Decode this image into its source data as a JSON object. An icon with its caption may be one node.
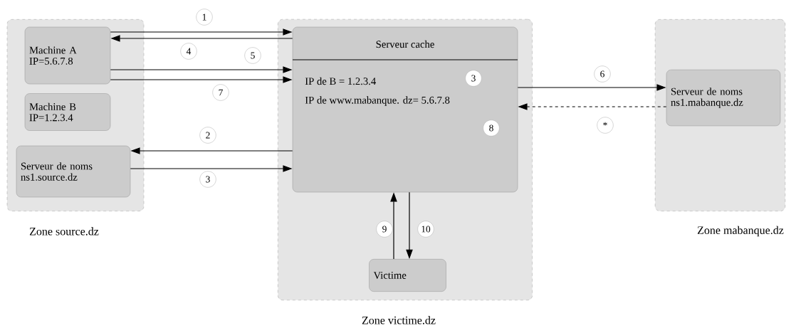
{
  "diagram": {
    "nodes": [
      {
        "text": [
          "Zone  source.dz"
        ]
      },
      {
        "text": [
          "Machine A IP=5.6.7.8"
        ],
        "in": 0
      },
      {
        "text": [
          "Machine B IP=1.2.3.4"
        ],
        "in": 0
      },
      {
        "text": [
          "Serveur de noms ns1.source.dz"
        ],
        "in": 0
      },
      {
        "text": [
          "Zone victime.dz"
        ]
      },
      {
        "text": [
          "Serveur cache",
          "IP de B = 1.2.3.4",
          "IP de www.mabanque. dz= 5.6.7.8"
        ],
        "in": 4
      },
      {
        "text": [
          "Victime"
        ],
        "in": 4
      },
      {
        "text": [
          "Zone mabanque.dz"
        ]
      },
      {
        "text": [
          "Serveur de noms ns1.mabanque.dz"
        ],
        "in": 7
      }
    ],
    "edges": [
      {
        "from": 1,
        "to": 5,
        "arrow": "to",
        "label": "1"
      },
      {
        "from": 5,
        "to": 1,
        "arrow": "to",
        "label": "4"
      },
      {
        "from": 1,
        "to": 5,
        "arrow": "to",
        "label": "5"
      },
      {
        "from": 1,
        "to": 5,
        "arrow": "to",
        "label": "7"
      },
      {
        "from": 5,
        "to": 3,
        "arrow": "to",
        "label": "2"
      },
      {
        "from": 3,
        "to": 5,
        "arrow": "to",
        "label": "3"
      },
      {
        "from": 5,
        "to": 8,
        "arrow": "to",
        "label": "6"
      },
      {
        "from": 8,
        "to": 5,
        "arrow": "to",
        "label": "*",
        "style": "dashed"
      },
      {
        "from": 6,
        "to": 5,
        "arrow": "to",
        "label": "9"
      },
      {
        "from": 5,
        "to": 6,
        "arrow": "to",
        "label": "10"
      }
    ],
    "labels": [
      "3",
      "8"
    ]
  }
}
